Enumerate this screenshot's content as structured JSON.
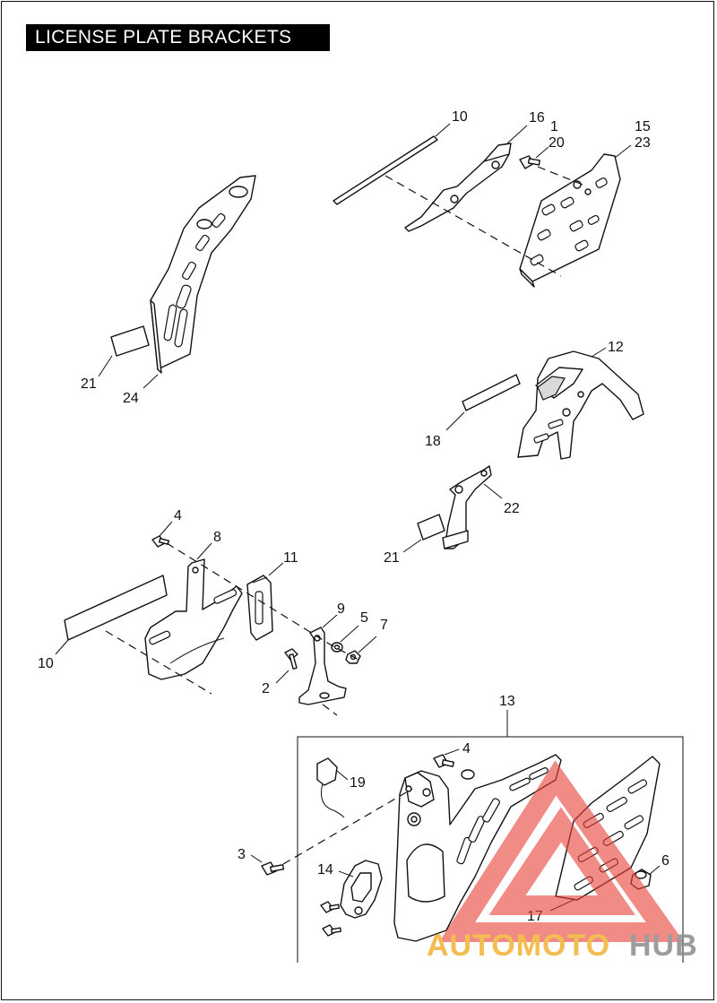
{
  "title": "LICENSE PLATE BRACKETS",
  "callouts": {
    "c10a": "10",
    "c16": "16",
    "c1": "1",
    "c20": "20",
    "c15": "15",
    "c23": "23",
    "c21a": "21",
    "c24": "24",
    "c12": "12",
    "c18": "18",
    "c22": "22",
    "c21b": "21",
    "c4a": "4",
    "c8": "8",
    "c11": "11",
    "c9": "9",
    "c5": "5",
    "c7": "7",
    "c10b": "10",
    "c2": "2",
    "c13": "13",
    "c4b": "4",
    "c19": "19",
    "c3": "3",
    "c14": "14",
    "c6": "6",
    "c17": "17"
  },
  "watermark": {
    "text_part1": "AUTOMOTO",
    "text_part2": "HUB",
    "color_primary": "#e8433a",
    "color_text1": "#f2b233",
    "color_text2": "#8c8c8c"
  },
  "colors": {
    "ink": "#111111",
    "background": "#ffffff",
    "title_bg": "#000000",
    "title_fg": "#ffffff"
  }
}
